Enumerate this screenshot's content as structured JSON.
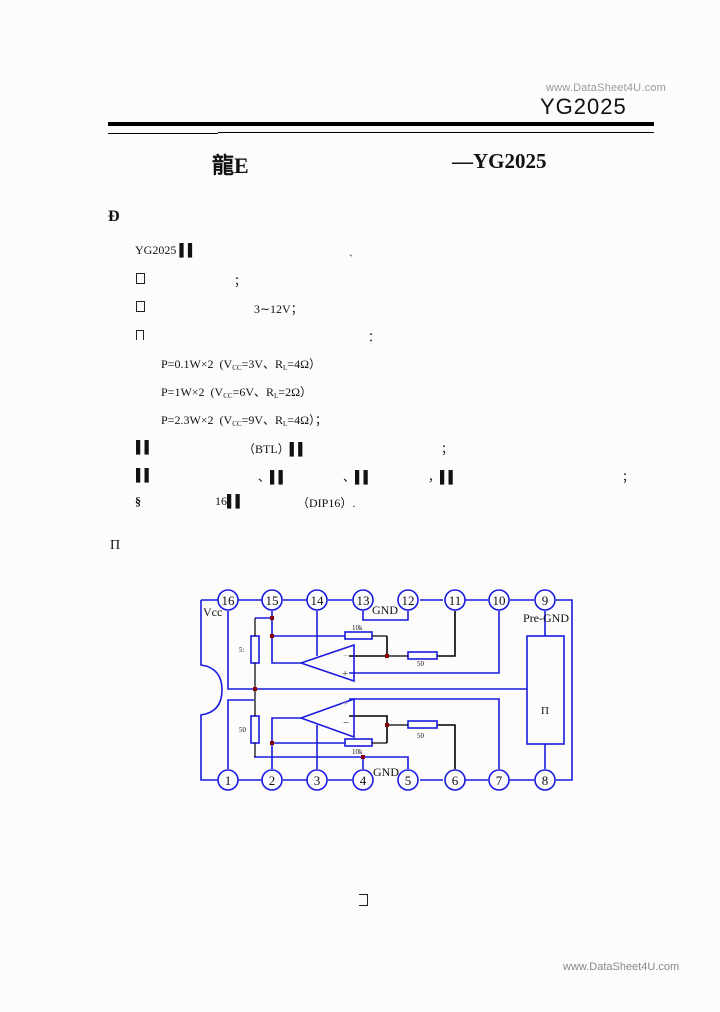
{
  "header": {
    "watermark": "www.DataSheet4U.com",
    "part_number": "YG2025"
  },
  "title": {
    "glyph": "龍E",
    "part": "—YG2025"
  },
  "section1": {
    "glyph": "Ð"
  },
  "features": {
    "intro_prefix": "YG2025 ▌▌",
    "intro_suffix": "ˎ",
    "item1_suffix": "；",
    "item2_value": "3∼12V；",
    "item3_suffix": "：",
    "power_lines": [
      {
        "p": "P=0.1W×2",
        "vcc": "V",
        "vcc_sub": "CC",
        "vcc_val": "=3V、",
        "rl": "R",
        "rl_sub": "L",
        "rl_val": "=4Ω）"
      },
      {
        "p": "P=1W×2",
        "vcc": "V",
        "vcc_sub": "CC",
        "vcc_val": "=6V、",
        "rl": "R",
        "rl_sub": "L",
        "rl_val": "=2Ω）"
      },
      {
        "p": "P=2.3W×2",
        "vcc": "V",
        "vcc_sub": "CC",
        "vcc_val": "=9V、",
        "rl": "R",
        "rl_sub": "L",
        "rl_val": "=4Ω）；"
      }
    ],
    "btl_line": {
      "prefix": "▌▌",
      "mid": "（BTL）▌▌",
      "suffix": "；"
    },
    "protect_line": {
      "a": "▌▌",
      "b": "、▌▌",
      "c": "、▌▌",
      "d": "，▌▌",
      "end": "；"
    },
    "package_line": {
      "glyph": "§",
      "pins": "16▌▌",
      "pkg": "（DIP16）."
    }
  },
  "section2": {
    "glyph": "Π"
  },
  "diagram": {
    "top_pins": [
      "16",
      "15",
      "14",
      "13",
      "12",
      "11",
      "10",
      "9"
    ],
    "bottom_pins": [
      "1",
      "2",
      "3",
      "4",
      "5",
      "6",
      "7",
      "8"
    ],
    "labels": {
      "vcc": "Vcc",
      "gnd_top": "GND",
      "gnd_bottom": "GND",
      "pre_gnd": "Pre-GND",
      "r_feedback_top": "10k",
      "r_feedback_bottom": "10k",
      "r_series_top": "50",
      "r_series_bottom": "50",
      "r_bias_top": "5:",
      "r_bias_bottom": "50",
      "block_glyph": "Π",
      "opamp_minus": "−",
      "opamp_plus": "+"
    },
    "colors": {
      "wire": "#1a1adf",
      "resistor_lead": "#000000",
      "node": "#8b0000"
    }
  },
  "footer": {
    "watermark": "www.DataSheet4U.com"
  }
}
